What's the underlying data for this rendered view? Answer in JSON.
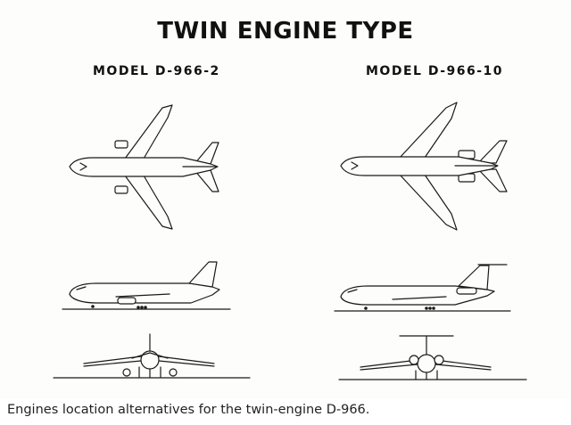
{
  "title": "TWIN ENGINE TYPE",
  "models": [
    {
      "label": "MODEL D-966-2"
    },
    {
      "label": "MODEL D-966-10"
    }
  ],
  "caption": "Engines location alternatives for the twin-engine D-966."
}
